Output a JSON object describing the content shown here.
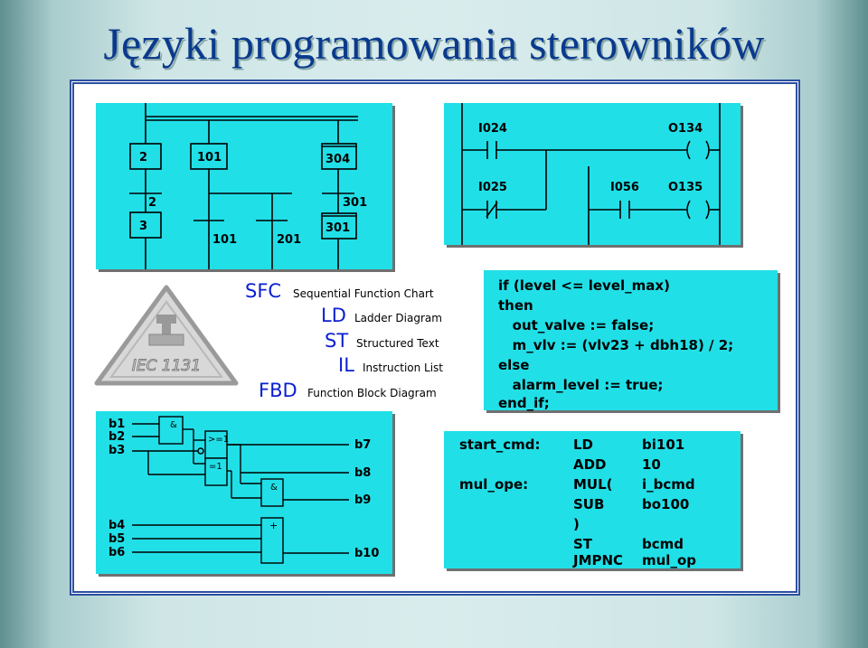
{
  "title": "Języki programowania sterowników",
  "sfc": {
    "steps": [
      "2",
      "101",
      "304",
      "3",
      "301"
    ],
    "transitions": [
      "2",
      "101",
      "201",
      "301"
    ]
  },
  "ladder": {
    "contacts": [
      "I024",
      "I025",
      "I056"
    ],
    "coils": [
      "O134",
      "O135"
    ]
  },
  "legend": [
    {
      "abbr": "SFC",
      "full": "Sequential Function Chart"
    },
    {
      "abbr": "LD",
      "full": "Ladder Diagram"
    },
    {
      "abbr": "ST",
      "full": "Structured Text"
    },
    {
      "abbr": "IL",
      "full": "Instruction List"
    },
    {
      "abbr": "FBD",
      "full": "Function Block Diagram"
    }
  ],
  "logo_text": "IEC 1131",
  "st_code": [
    "if (level <= level_max)",
    "then",
    "   out_valve := false;",
    "   m_vlv := (vlv23 + dbh18) / 2;",
    "else",
    "   alarm_level := true;",
    "end_if;"
  ],
  "fbd": {
    "inputs": [
      "b1",
      "b2",
      "b3",
      "b4",
      "b5",
      "b6"
    ],
    "outputs": [
      "b7",
      "b8",
      "b9",
      "b10"
    ],
    "blocks": [
      "&",
      ">=1",
      "=1",
      "&",
      "+"
    ]
  },
  "il_code": {
    "labels": [
      "start_cmd:",
      "",
      "mul_ope:",
      "",
      "",
      "",
      ""
    ],
    "ops": [
      "LD",
      "ADD",
      "MUL(",
      "SUB",
      ")",
      "ST",
      "JMPNC"
    ],
    "args": [
      "bi101",
      "10",
      "i_bcmd",
      "bo100",
      "",
      "bcmd",
      "mul_op"
    ]
  },
  "colors": {
    "panel": "#21dfe7",
    "title": "#0a3a8e",
    "legend_abbr": "#0a1fd0",
    "frame_border": "#2c4fa0"
  }
}
